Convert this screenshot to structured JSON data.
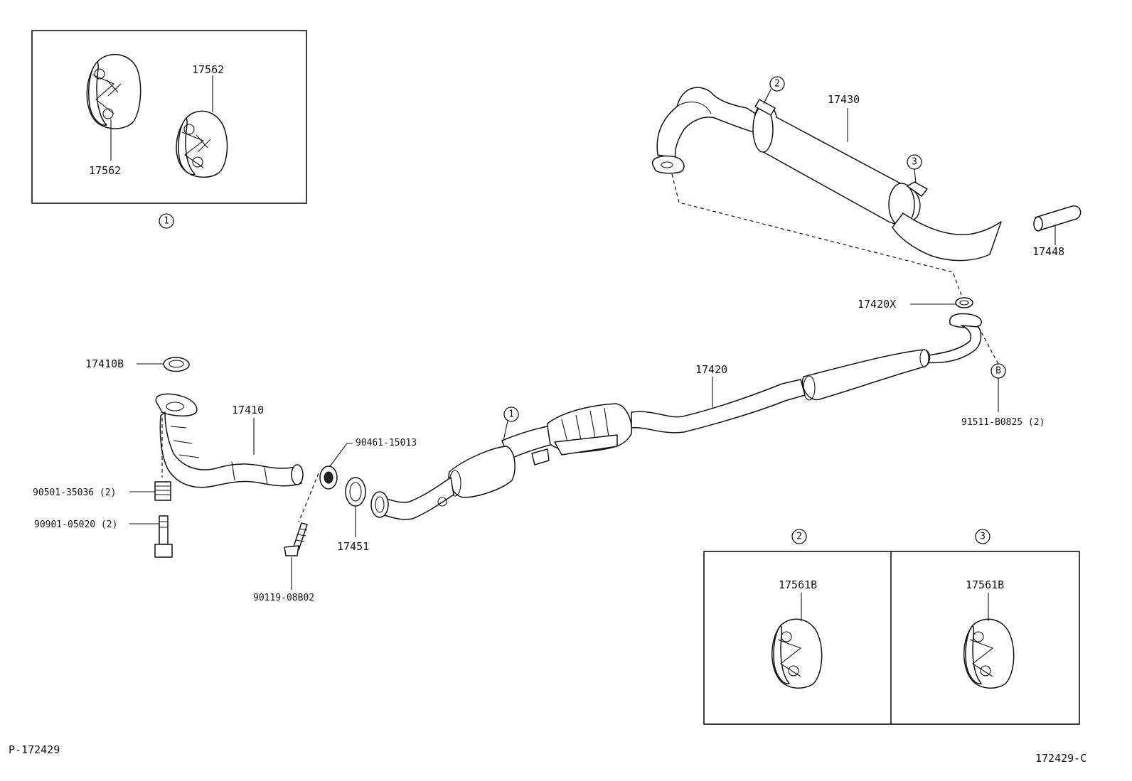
{
  "diagram_id": "P-172429",
  "diagram_code": "172429-C",
  "callouts": {
    "one": "1",
    "two": "2",
    "three": "3",
    "b": "B"
  },
  "parts": {
    "p17562": "17562",
    "p17430": "17430",
    "p17448": "17448",
    "p17420X": "17420X",
    "p17410B": "17410B",
    "p17410": "17410",
    "p17420": "17420",
    "p91511": "91511-B0825 (2)",
    "p90461": "90461-15013",
    "p90501": "90501-35036 (2)",
    "p90901": "90901-05020 (2)",
    "p17451": "17451",
    "p90119": "90119-08B02",
    "p17561B": "17561B"
  }
}
